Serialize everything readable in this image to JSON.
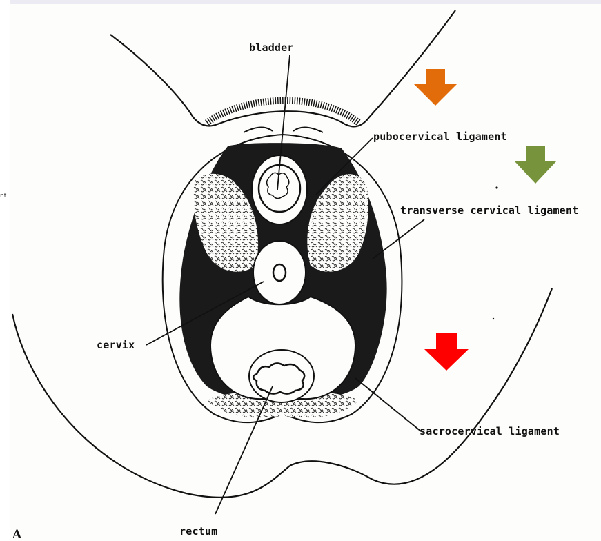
{
  "labels": {
    "bladder": "bladder",
    "pubocervical": "pubocervical ligament",
    "transverse": "transverse cervical ligament",
    "cervix": "cervix",
    "sacrocervical": "sacrocervical ligament",
    "rectum": "rectum",
    "corner": "A",
    "edge_fragment": "nt"
  },
  "arrows": [
    {
      "name": "orange-arrow",
      "color": "#e36c0a"
    },
    {
      "name": "green-arrow",
      "color": "#77933c"
    },
    {
      "name": "red-arrow",
      "color": "#ff0000"
    }
  ],
  "colors": {
    "ink": "#111111",
    "paper": "#fdfdfb",
    "frame": "#ecebf3"
  }
}
